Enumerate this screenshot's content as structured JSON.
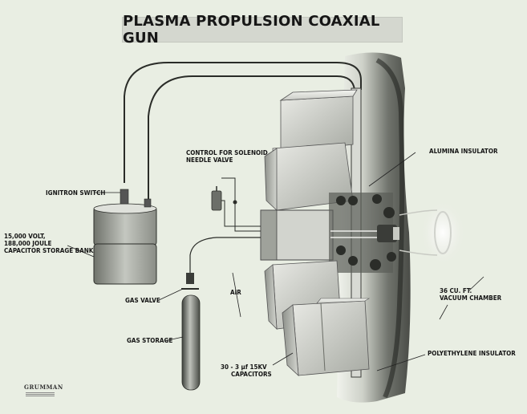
{
  "title": "PLASMA PROPULSION COAXIAL GUN",
  "labels": {
    "ignitron_switch": "IGNITRON SWITCH",
    "capacitor_bank_1": "15,000 VOLT,",
    "capacitor_bank_2": "188,000 JOULE",
    "capacitor_bank_3": "CAPACITOR STORAGE BANK",
    "control_valve_1": "CONTROL FOR SOLENOID",
    "control_valve_2": "NEEDLE VALVE",
    "alumina_insulator": "ALUMINA INSULATOR",
    "gas_valve": "GAS VALVE",
    "air": "AIR",
    "gas_storage": "GAS STORAGE",
    "capacitors_1": "30 - 3 µf 15KV",
    "capacitors_2": "CAPACITORS",
    "vacuum_chamber_1": "36 CU. FT.",
    "vacuum_chamber_2": "VACUUM CHAMBER",
    "polyethylene_insulator": "POLYETHYLENE INSULATOR"
  },
  "logo": "GRUMMAN",
  "colors": {
    "background": "#e9eee3",
    "title_box": "#d4d7cf",
    "ink": "#151515",
    "wall": "#3a3c38"
  }
}
